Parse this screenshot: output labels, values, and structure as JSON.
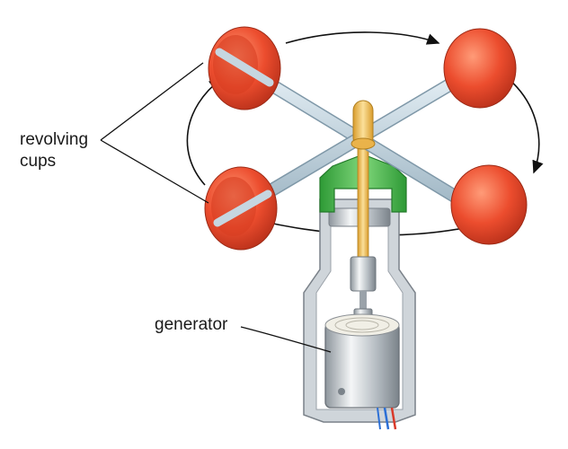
{
  "labels": {
    "revolving_cups_line1": "revolving",
    "revolving_cups_line2": "cups",
    "generator": "generator"
  },
  "colors": {
    "cup": "#e8452a",
    "cup_highlight": "#ff8a66",
    "arm": "#b8cfdc",
    "shaft": "#f2c05a",
    "bracket": "#43b548",
    "housing": "#d4d8dc",
    "generator": "#c9ced3"
  }
}
